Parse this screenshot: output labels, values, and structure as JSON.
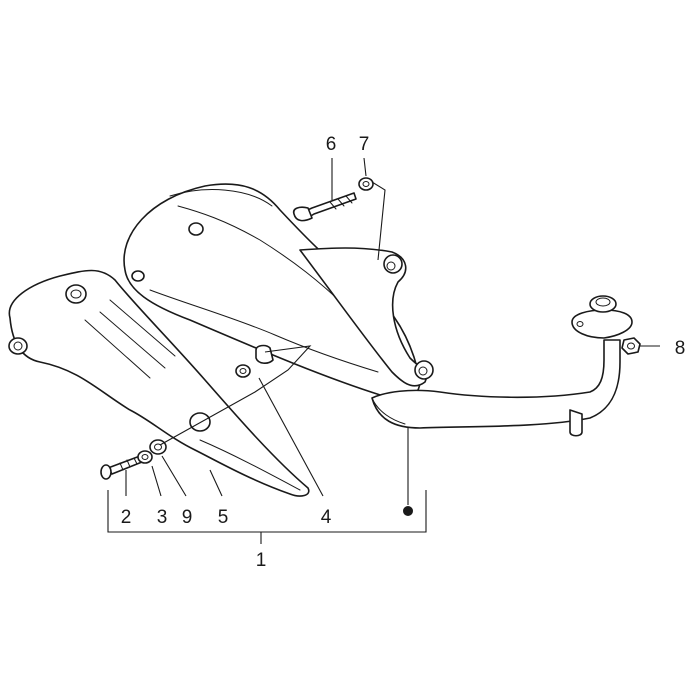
{
  "diagram": {
    "callouts": {
      "c1": "1",
      "c2": "2",
      "c3": "3",
      "c4": "4",
      "c5": "5",
      "c6": "6",
      "c7": "7",
      "c8": "8",
      "c9": "9"
    },
    "colors": {
      "line": "#1a1a1a",
      "background": "#ffffff"
    }
  }
}
